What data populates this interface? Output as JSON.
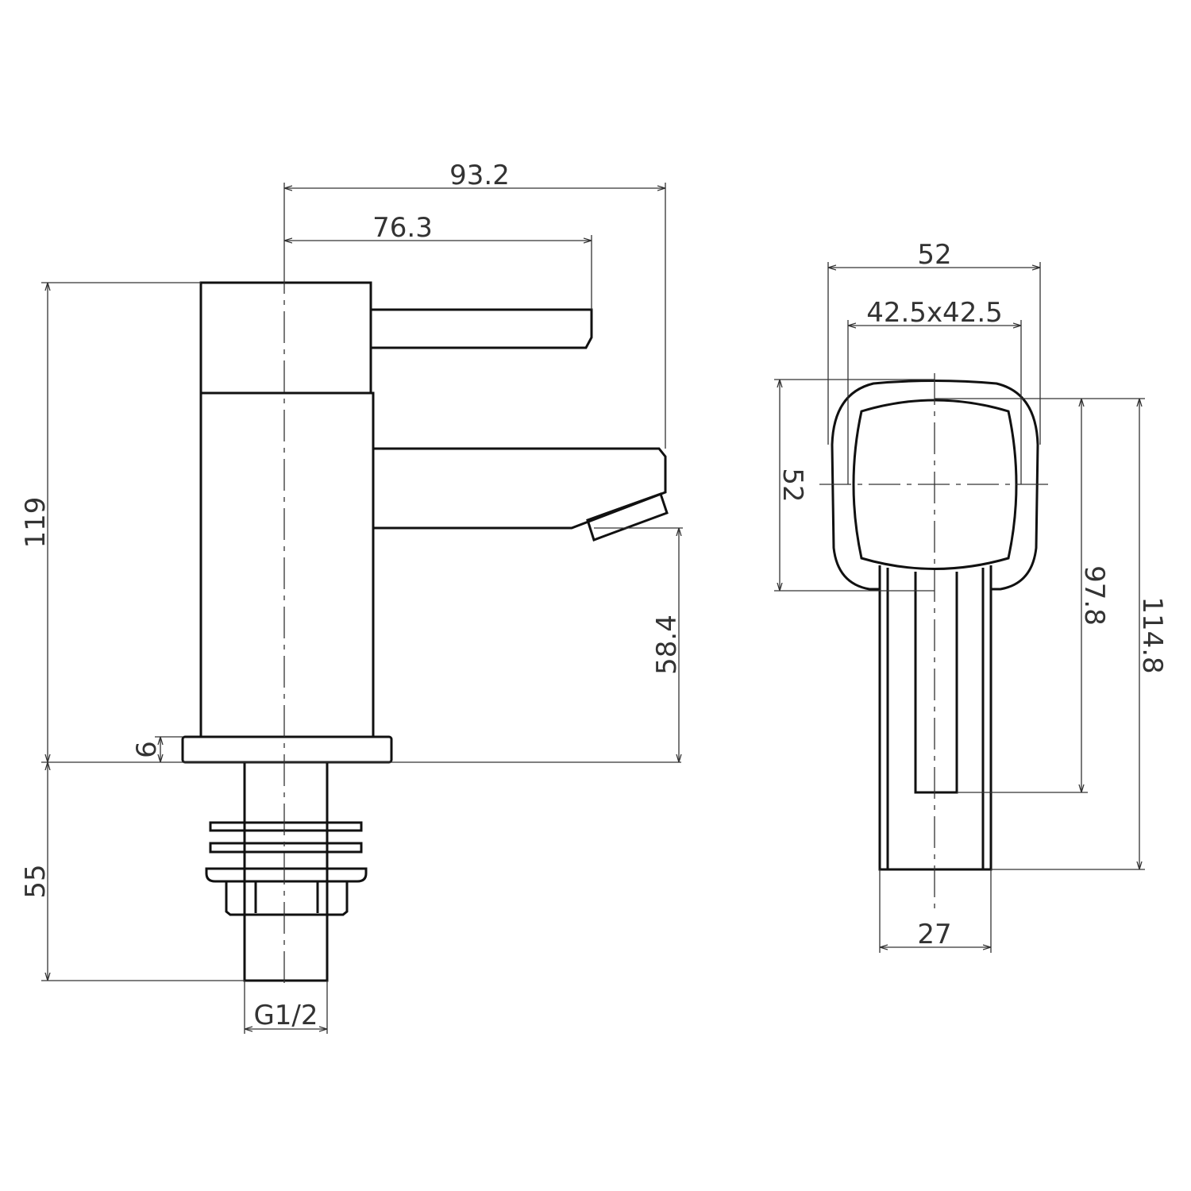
{
  "side_view": {
    "dim_total_length": "93.2",
    "dim_lever_length": "76.3",
    "dim_total_height": "119",
    "dim_spout_height": "58.4",
    "dim_base_thickness": "6",
    "dim_tail_length": "55",
    "dim_thread": "G1/2"
  },
  "front_view": {
    "dim_base_width": "52",
    "dim_body_section": "42.5x42.5",
    "dim_base_depth": "52",
    "dim_lever_height": "97.8",
    "dim_total_height": "114.8",
    "dim_lever_width": "27"
  }
}
